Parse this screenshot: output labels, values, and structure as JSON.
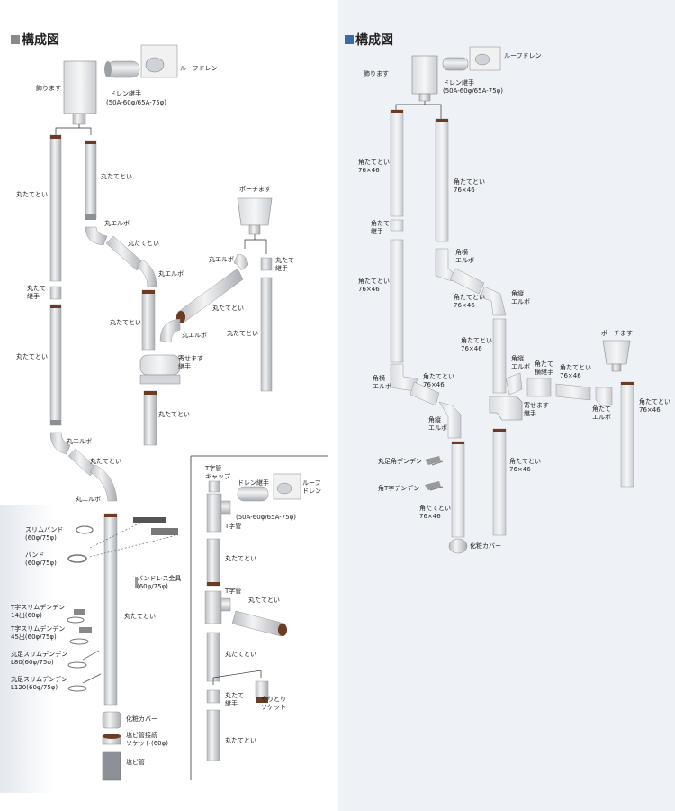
{
  "left": {
    "title": "構成図",
    "accent": "#8a8a8a",
    "labels": {
      "roof_drain": "ルーフドレン",
      "kazari_masu": "飾ります",
      "drain_joint": "ドレン継手",
      "drain_joint_size": "(50A-60φ/65A-75φ)",
      "maru_tatetoi_1": "丸たてとい",
      "maru_tatetoi_2": "丸たてとい",
      "maru_elbow_1": "丸エルボ",
      "maru_tatetoi_3": "丸たてとい",
      "maru_elbow_2": "丸エルボ",
      "porch_masu": "ポーチます",
      "maru_elbow_3": "丸エルボ",
      "maru_tate_tsugite_1": "丸たて\n継手",
      "maru_tatetoi_4": "丸たてとい",
      "maru_tatetoi_5": "丸たてとい",
      "maru_tatetoi_6": "丸たてとい",
      "maru_tate_tsugite_2": "丸たて\n継手",
      "maru_elbow_4": "丸エルボ",
      "yose_masu": "寄せます\n継手",
      "maru_tatetoi_7": "丸たてとい",
      "maru_tatetoi_8": "丸たてとい",
      "maru_elbow_5": "丸エルボ",
      "maru_tatetoi_9": "丸たてとい",
      "maru_elbow_6": "丸エルボ",
      "slim_band": "スリムバンド\n(60φ/75φ)",
      "band": "バンド\n(60φ/75φ)",
      "bandless": "バンドレス金具\n(60φ/75φ)",
      "t_slim_1": "T字スリムデンデン\n14出(60φ)",
      "t_slim_2": "T字スリムデンデン\n45出(60φ/75φ)",
      "maru_ashi_l80": "丸足スリムデンデン\nL80(60φ/75φ)",
      "maru_ashi_l120": "丸足スリムデンデン\nL120(60φ/75φ)",
      "maru_tatetoi_10": "丸たてとい",
      "kesho_cover": "化粧カバー",
      "socket": "塩ビ管接続\nソケット(60φ)",
      "enbi": "塩ビ管",
      "t_cap": "T字管\nキャップ",
      "inset_drain_joint": "ドレン継手",
      "inset_roof_drain": "ルーフ\nドレン",
      "inset_size": "(50A-60φ/65A-75φ)",
      "t_pipe_1": "T字管",
      "inset_tatetoi_1": "丸たてとい",
      "t_pipe_2": "T字管",
      "inset_tatetoi_2": "丸たてとい",
      "inset_tatetoi_3": "丸たてとい",
      "inset_tate_tsugite": "丸たて\n継手",
      "yaritori": "やりとり\nソケット",
      "inset_tatetoi_4": "丸たてとい"
    }
  },
  "right": {
    "title": "構成図",
    "accent": "#3b6aa8",
    "labels": {
      "kazari_masu": "飾ります",
      "roof_drain": "ルーフドレン",
      "drain_joint": "ドレン継手\n(50A-60φ/65A-75φ)",
      "kaku_1": "角たてとい\n76×46",
      "kaku_2": "角たてとい\n76×46",
      "kaku_tate_tsugite": "角たて\n継手",
      "kaku_yoko_elbow_1": "角横\nエルボ",
      "kaku_3": "角たてとい\n76×46",
      "kaku_4": "角たてとい\n76×46",
      "kaku_tate_elbow_1": "角縦\nエルボ",
      "kaku_5": "角たてとい\n76×46",
      "porch_masu": "ポーチます",
      "kaku_tate_elbow_2": "角縦\nエルボ",
      "kaku_tate_yoko_tsugite": "角たて\n横継手",
      "kaku_6": "角たてとい\n76×46",
      "kaku_7": "角たてとい\n76×46",
      "kaku_yoko_elbow_2": "角横\nエルボ",
      "kaku_8": "角たてとい\n76×46",
      "yose_masu": "寄せます\n継手",
      "kaku_tate_elbow_3": "角たて\nエルボ",
      "kaku_tate_elbow_4": "角縦\nエルボ",
      "kaku_9": "角たてとい\n76×46",
      "maru_ashi_kaku": "丸足角デンデン",
      "kaku_t": "角T字デンデン",
      "kaku_10": "角たてとい\n76×46",
      "kesho_cover": "化粧カバー"
    }
  }
}
